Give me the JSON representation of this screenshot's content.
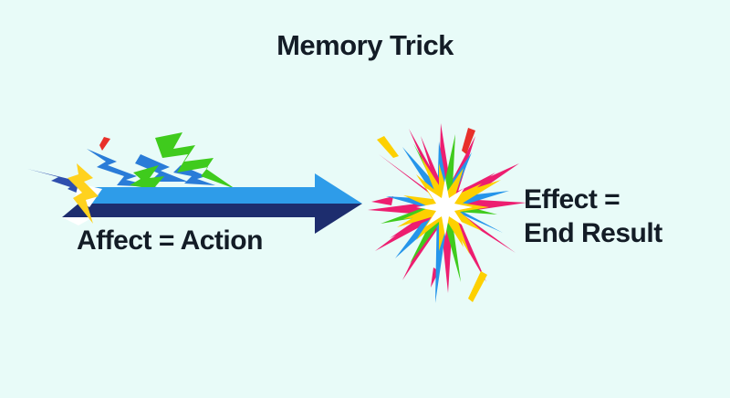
{
  "header": {
    "title": "Memory Trick"
  },
  "diagram": {
    "cause_label": "Affect = Action",
    "effect_label_line1": "Effect =",
    "effect_label_line2": "End Result"
  },
  "colors": {
    "background": "#e8fbf8",
    "text": "#131c26",
    "arrow_light_blue": "#2e9ce9",
    "arrow_navy": "#1d2d6e",
    "bolt_blue": "#2a7cd8",
    "bolt_royal_blue": "#2f4fae",
    "bolt_green": "#3fcb1d",
    "bolt_yellow": "#ffd21e",
    "accent_red": "#e8302a",
    "burst_magenta": "#ed1e70",
    "burst_yellow": "#fdd000",
    "burst_blue": "#2595ea",
    "burst_green": "#3fcb1d",
    "burst_center_white": "#ffffff",
    "highlight_white": "#ffffff"
  }
}
